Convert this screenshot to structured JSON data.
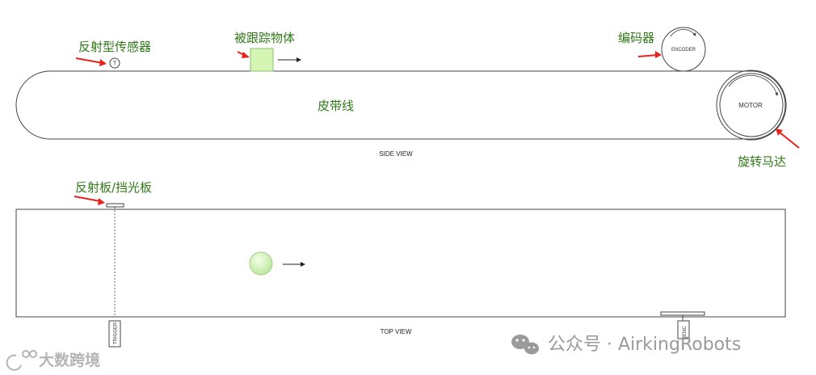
{
  "labels": {
    "sensor": "反射型传感器",
    "tracked_object": "被跟踪物体",
    "encoder": "编码器",
    "belt": "皮带线",
    "motor_cn": "旋转马达",
    "reflector": "反射板/挡光板"
  },
  "components": {
    "sensor_symbol": "T",
    "encoder_text": "ENCODER",
    "motor_text": "MOTOR",
    "trigger_text": "TRIGGER",
    "enc_text": "ENC"
  },
  "views": {
    "side": "SIDE VIEW",
    "top": "TOP VIEW"
  },
  "watermarks": {
    "left": "大数跨境",
    "right": "公众号 · AirkingRobots"
  },
  "colors": {
    "label_green": "#2f7a17",
    "arrow_red": "#e8221b",
    "object_green": "#d4f5b4",
    "line": "#444444"
  }
}
